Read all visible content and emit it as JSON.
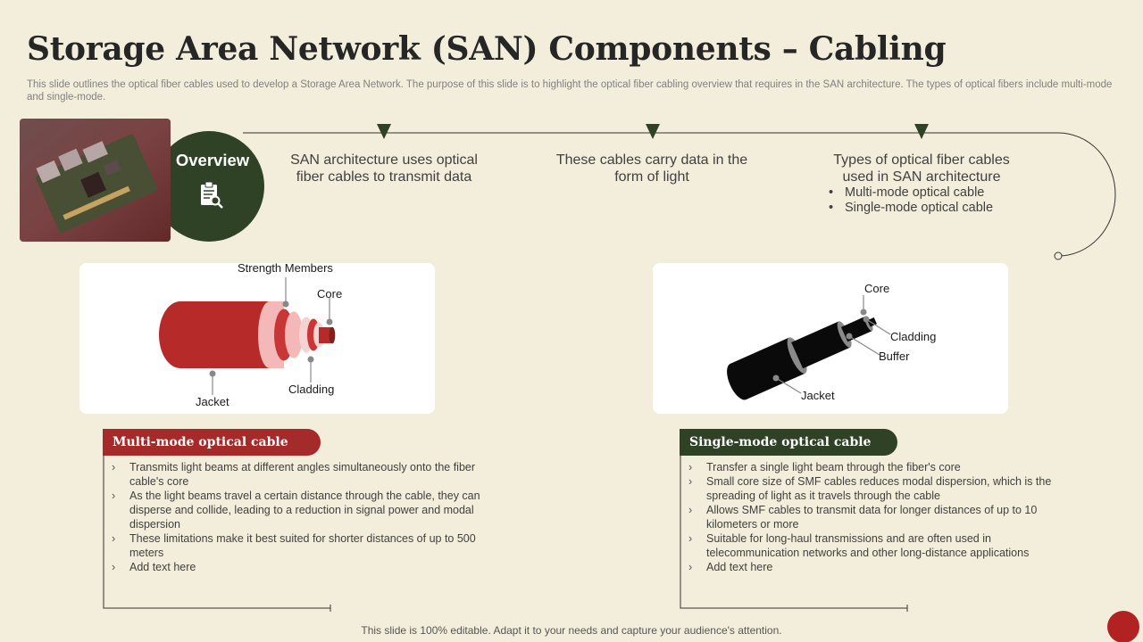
{
  "title": "Storage Area Network (SAN) Components – Cabling",
  "subtitle": "This slide outlines the optical fiber cables used to develop a Storage Area Network. The purpose of this slide is to highlight the optical fiber cabling overview that requires in the SAN architecture. The types of optical fibers include multi-mode and single-mode.",
  "overview": {
    "label": "Overview",
    "icon": "clipboard-search-icon",
    "points": [
      {
        "text": "SAN architecture uses optical fiber cables to transmit data"
      },
      {
        "text": "These cables carry data in the form of light"
      },
      {
        "text": "Types of optical fiber cables used in SAN architecture",
        "bullets": [
          "Multi-mode optical cable",
          "Single-mode optical cable"
        ]
      }
    ]
  },
  "diagrams": {
    "multi_mode": {
      "strength": "Strength Members",
      "core": "Core",
      "cladding": "Cladding",
      "jacket": "Jacket"
    },
    "single_mode": {
      "core": "Core",
      "cladding": "Cladding",
      "buffer": "Buffer",
      "jacket": "Jacket"
    }
  },
  "multi_mode": {
    "heading": "Multi-mode optical cable",
    "items": [
      "Transmits light beams at different  angles simultaneously onto the fiber cable's core",
      "As the light beams travel  a certain distance through the cable, they can disperse and collide, leading to a reduction in signal power and modal dispersion",
      "These limitations make it best suited for shorter distances of up to 500 meters",
      "Add text here"
    ]
  },
  "single_mode": {
    "heading": "Single-mode optical cable",
    "items": [
      "Transfer  a single light beam through the fiber's core",
      "Small core size of SMF cables reduces modal dispersion, which is the spreading of light as it travels through the cable",
      "Allows SMF cables to transmit data for longer distances of up to 10 kilometers or more",
      "Suitable for long-haul transmissions and are often used in telecommunication networks and other long-distance applications",
      "Add text here"
    ]
  },
  "footer": "This slide is 100% editable. Adapt it to your needs and capture your audience's attention.",
  "colors": {
    "background": "#f3eedb",
    "green": "#2f4225",
    "red": "#a52a2a"
  }
}
